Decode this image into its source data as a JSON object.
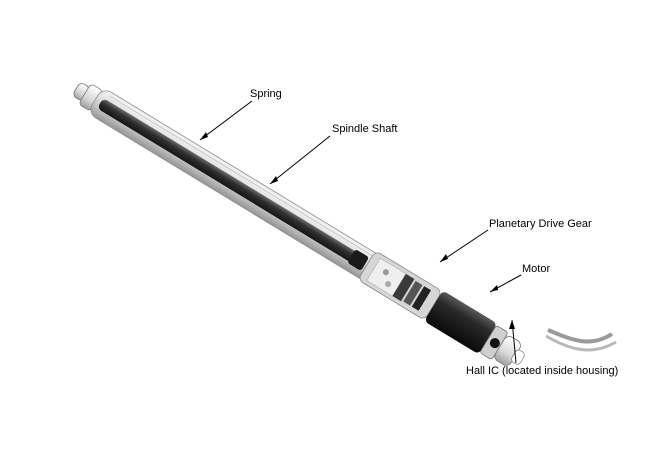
{
  "labels": {
    "spring": "Spring",
    "spindle_shaft": "Spindle Shaft",
    "planetary_drive_gear": "Planetary Drive Gear",
    "motor": "Motor",
    "hall_ic": "Hall IC (located inside housing)"
  },
  "colors": {
    "background": "#ffffff",
    "tube_light": "#e6e6e6",
    "tube_mid": "#b5b5b5",
    "shaft_dark": "#2a2a2a",
    "motor_dark": "#1a1a1a",
    "leader_line": "#000000"
  }
}
